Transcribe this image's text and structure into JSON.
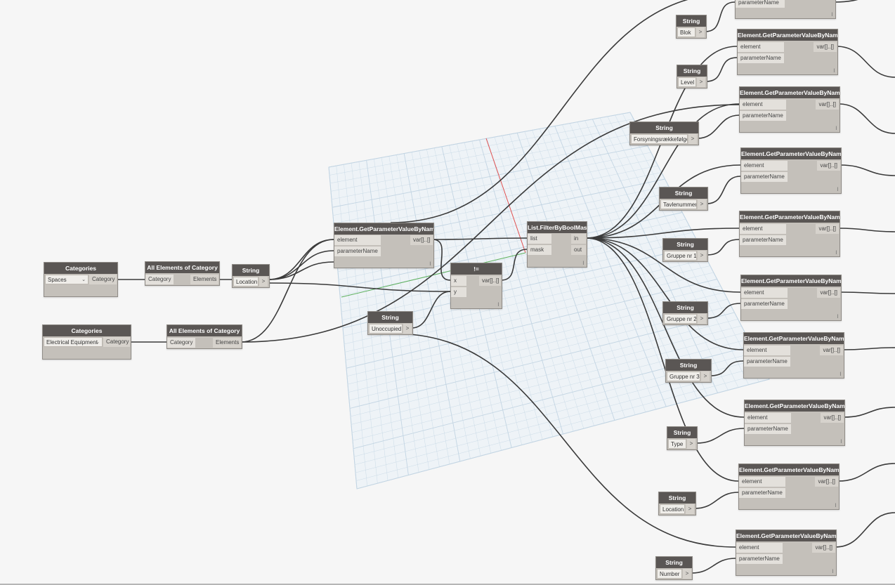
{
  "labels": {
    "string": "String",
    "categories": "Categories",
    "all_elements": "All Elements of Category",
    "get_param": "Element.GetParameterValueByName",
    "filter": "List.FilterByBoolMask",
    "neq": "!=",
    "element": "element",
    "parameterName": "parameterName",
    "var_out": "var[]..[]",
    "category_port": "Category",
    "elements_port": "Elements",
    "list_port": "list",
    "mask_port": "mask",
    "in_port": "in",
    "out_port": "out",
    "x_port": "x",
    "y_port": "y",
    "chevron": ">",
    "dropdown_arrow": "⌄",
    "lacing": "l"
  },
  "categories": [
    {
      "value": "Spaces"
    },
    {
      "value": "Electrical Equipment"
    }
  ],
  "strings": [
    {
      "value": "Blok"
    },
    {
      "value": "Level"
    },
    {
      "value": "Forsyningsrækkefølge"
    },
    {
      "value": "Tavlenummer"
    },
    {
      "value": "Gruppe nr 1"
    },
    {
      "value": "Gruppe nr 2"
    },
    {
      "value": "Gruppe nr 3"
    },
    {
      "value": "Type"
    },
    {
      "value": "Location"
    },
    {
      "value": "Number"
    },
    {
      "value": "Location"
    },
    {
      "value": "Unoccupied"
    }
  ],
  "colors": {
    "canvas": "#f6f6f6",
    "node_header": "#5a5654",
    "node_body": "#c4c0ba",
    "wire": "#3a3a3a",
    "grid": "#c3d5e3",
    "axis_x": "#e05050",
    "axis_y": "#5db05d"
  }
}
